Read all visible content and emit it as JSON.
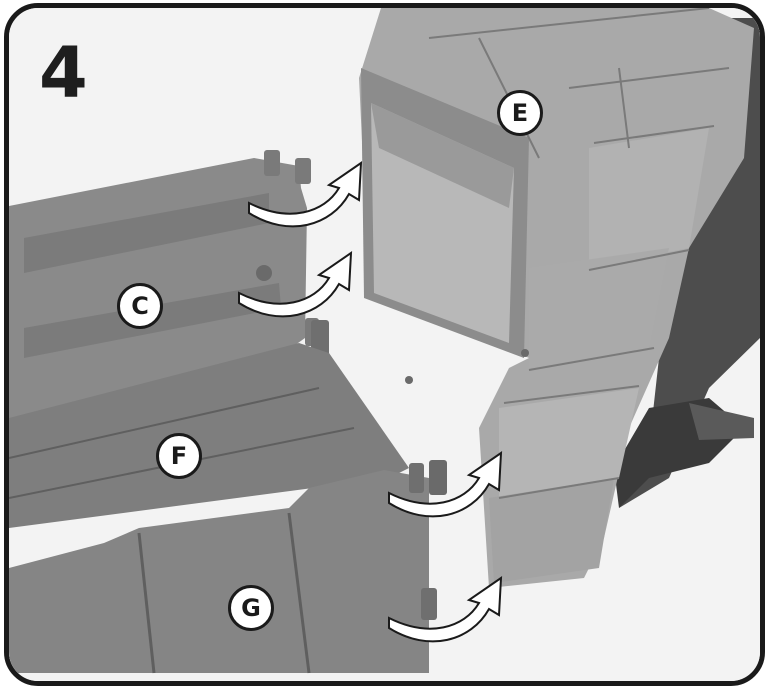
{
  "step_number": "4",
  "parts": {
    "e": "E",
    "c": "C",
    "f": "F",
    "g": "G"
  },
  "colors": {
    "frame": "#1a1a1a",
    "background": "#f4f4f4",
    "panel_dark": "#7e7e7e",
    "panel_mid": "#8f8f8f",
    "stone": "#a8a8a8",
    "arrow": "#ffffff"
  }
}
